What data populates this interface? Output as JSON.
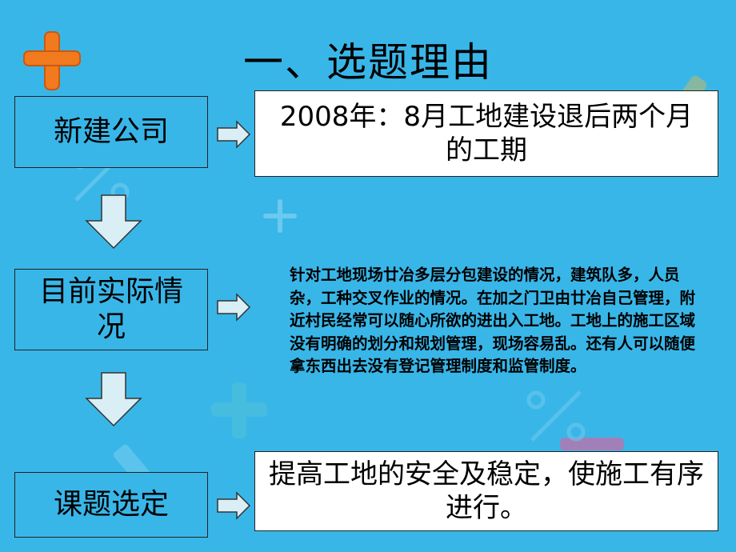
{
  "title": "一、选题理由",
  "rows": [
    {
      "label": "新建公司",
      "content": "2008年：8月工地建设退后两个月的工期"
    },
    {
      "label": "目前实际情况",
      "content": "针对工地现场廿冶多层分包建设的情况，建筑队多，人员杂，工种交叉作业的情况。在加之门卫由廿冶自己管理，附近村民经常可以随心所欲的进出入工地。工地上的施工区域没有明确的划分和规划管理，现场容易乱。还有人可以随便拿东西出去没有登记管理制度和监管制度。"
    },
    {
      "label": "课题选定",
      "content": "提高工地的安全及稳定，使施工有序进行。"
    }
  ],
  "colors": {
    "background": "#39b6e8",
    "plus_icon": "#f07a1e",
    "box_fill": "#ffffff"
  }
}
